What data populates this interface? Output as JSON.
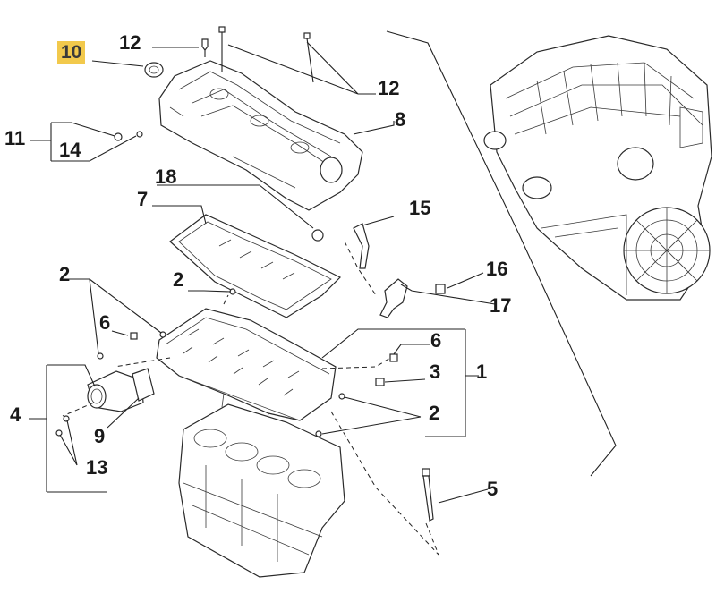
{
  "callouts": {
    "c10": "10",
    "c12a": "12",
    "c12b": "12",
    "c11": "11",
    "c14": "14",
    "c8": "8",
    "c18": "18",
    "c7": "7",
    "c15": "15",
    "c16": "16",
    "c17": "17",
    "c2a": "2",
    "c2b": "2",
    "c6a": "6",
    "c6b": "6",
    "c3": "3",
    "c1": "1",
    "c2c": "2",
    "c4": "4",
    "c9": "9",
    "c13": "13",
    "c5": "5"
  },
  "highlight_color": "#f2c94c"
}
